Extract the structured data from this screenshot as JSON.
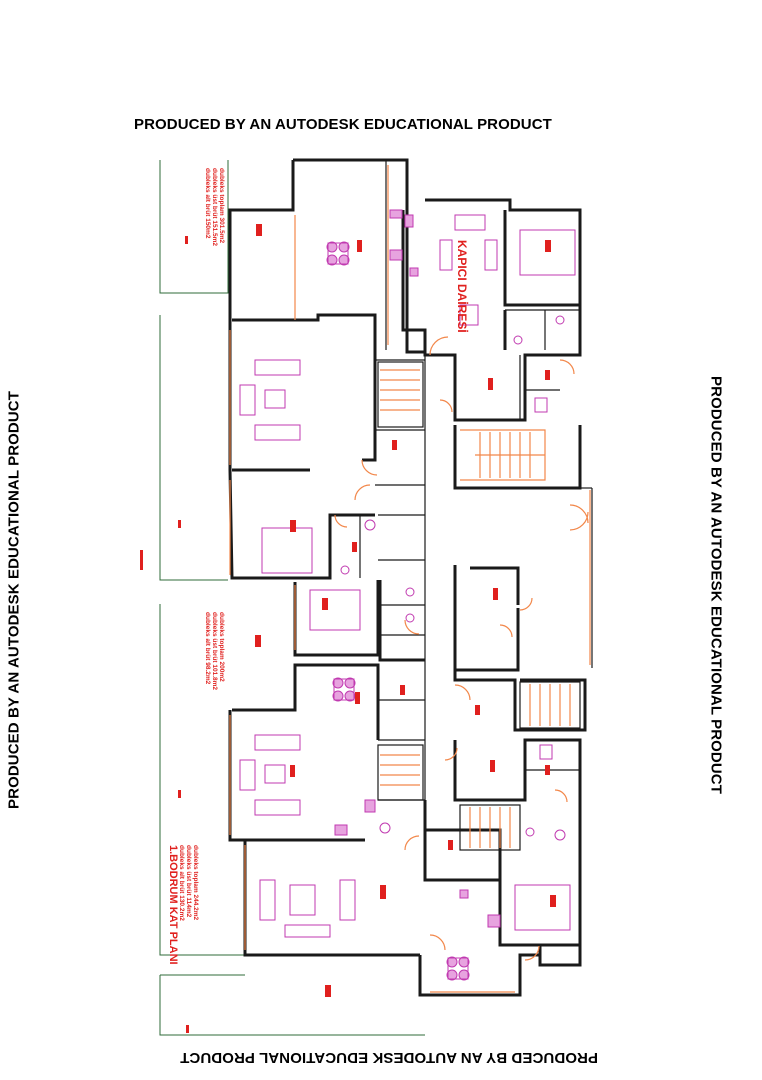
{
  "watermark": "PRODUCED BY AN AUTODESK EDUCATIONAL PRODUCT",
  "plan_title": "1.BODRUM KAT PLANI",
  "caretaker_label": "KAPICI DAİRESİ",
  "area_notes": [
    {
      "line1": "dubleks alt brüt 150m2",
      "line2": "dubleks üst brüt 151.5m2",
      "line3": "dubleks toplam 301.5m2"
    },
    {
      "line1": "dubleks alt brüt 98.2m2",
      "line2": "dubleks üst brüt 101.8m2",
      "line3": "dubleks toplam 200m2"
    },
    {
      "line1": "dubleks alt brüt 130.2m2",
      "line2": "dubleks üst brüt 114m2",
      "line3": "dubleks toplam 244.2m2"
    }
  ],
  "colors": {
    "wall": "#1a1a1a",
    "text": "#e0201e",
    "furniture": "#c03ab0",
    "door": "#f2874a",
    "boundary": "#2f6b3a"
  }
}
